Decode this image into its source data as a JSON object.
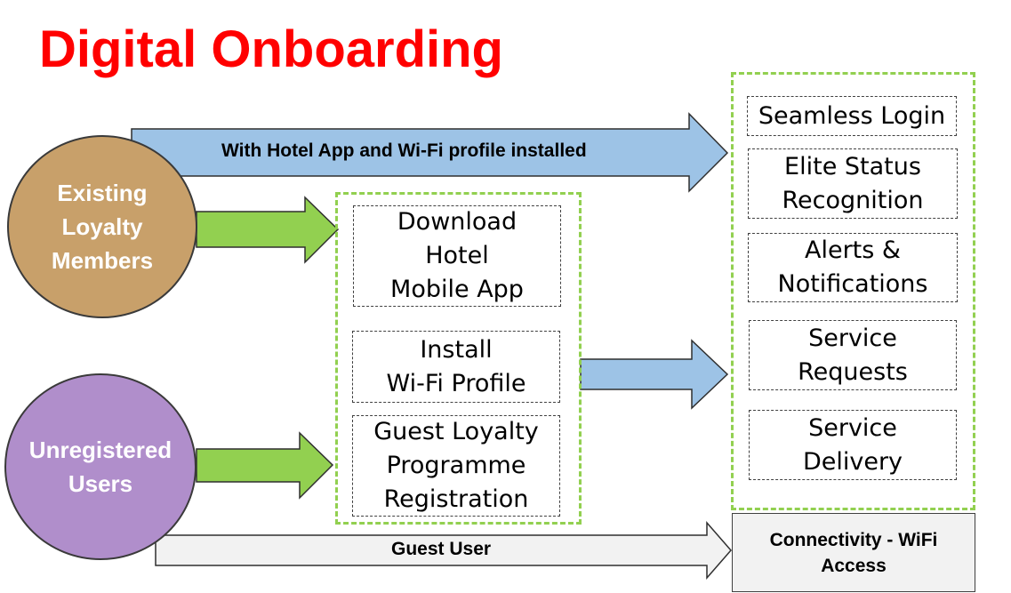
{
  "title": "Digital Onboarding",
  "colors": {
    "title": "#ff0000",
    "existing_circle": "#c8a06a",
    "unregistered_circle": "#b08ecb",
    "blue_arrow": "#9dc3e6",
    "green_arrow": "#92d050",
    "grey_arrow": "#f2f2f2",
    "group_border": "#92d050"
  },
  "sources": {
    "existing": "Existing\nLoyalty\nMembers",
    "unregistered": "Unregistered\nUsers"
  },
  "arrows": {
    "top_label": "With Hotel App and Wi-Fi profile installed",
    "bottom_label": "Guest User"
  },
  "steps": [
    "Download\nHotel\nMobile App",
    "Install\nWi-Fi Profile",
    "Guest Loyalty\nProgramme\nRegistration"
  ],
  "services": [
    "Seamless Login",
    "Elite Status\nRecognition",
    "Alerts &\nNotifications",
    "Service\nRequests",
    "Service\nDelivery"
  ],
  "connectivity": "Connectivity - WiFi\nAccess"
}
